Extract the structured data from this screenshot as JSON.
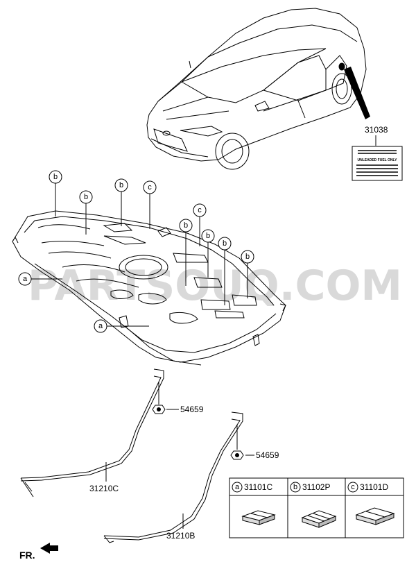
{
  "watermark": "PARTSOUQ.COM",
  "part_numbers": {
    "fuel_label": "31038",
    "nut_top": "54659",
    "nut_right": "54659",
    "strap_left": "31210C",
    "strap_right": "31210B"
  },
  "callout_letters": {
    "a": "a",
    "b": "b",
    "c": "c"
  },
  "legend": [
    {
      "letter": "a",
      "part": "31101C"
    },
    {
      "letter": "b",
      "part": "31102P"
    },
    {
      "letter": "c",
      "part": "31101D"
    }
  ],
  "fuel_label_lines": [
    "UNLEADED FUEL ONLY"
  ],
  "direction_label": "FR."
}
